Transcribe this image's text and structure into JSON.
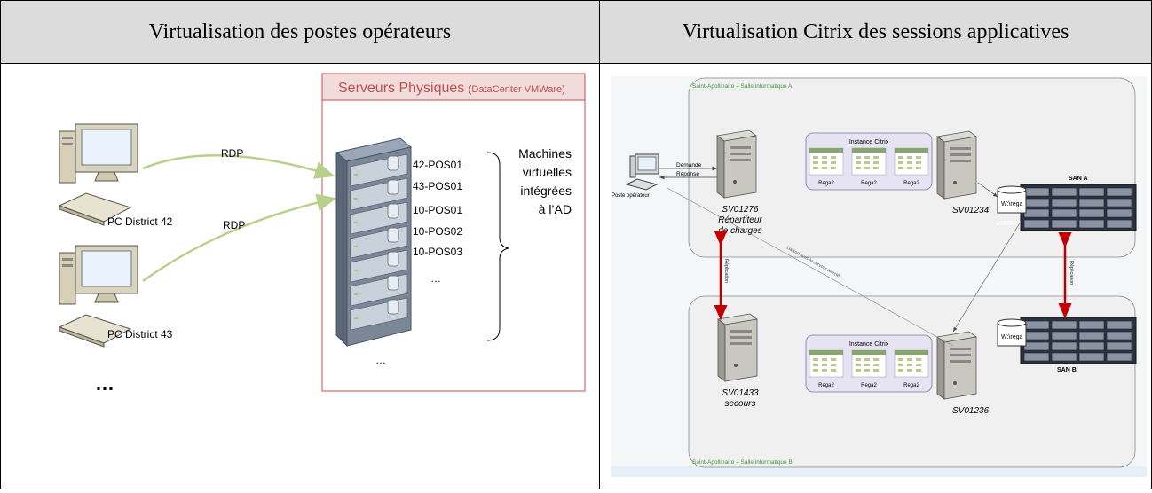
{
  "table": {
    "col1_title": "Virtualisation des postes opérateurs",
    "col2_title": "Virtualisation Citrix des sessions applicatives"
  },
  "left": {
    "dc_title": "Serveurs Physiques",
    "dc_subtitle": "(DataCenter VMWare)",
    "rdp": "RDP",
    "pc1": "PC District 42",
    "pc2": "PC District 43",
    "pc_more": "…",
    "vms": [
      "42-POS01",
      "43-POS01",
      "10-POS01",
      "10-POS02",
      "10-POS03",
      "…"
    ],
    "servers_more": "…",
    "brace_label": [
      "Machines",
      "virtuelles",
      "intégrées",
      "à l’AD"
    ]
  },
  "right": {
    "room_a": "Saint-Apollinaire – Salle informatique A",
    "room_b": "Saint-Apollinaire – Salle informatique B",
    "poste": "Poste opérateur",
    "demande": "Demande",
    "reponse": "Réponse",
    "sv01276": [
      "SV01276",
      "Répartiteur",
      "de charges"
    ],
    "sv01234": "SV01234",
    "sv01236": "SV01236",
    "sv01433": [
      "SV01433",
      "secours"
    ],
    "citrix": "Instance Citrix",
    "rega": "Rega2",
    "san_a": "SAN A",
    "san_b": "SAN B",
    "wrega": "W:\\rega",
    "w2k": "w2k0879",
    "replication": "Réplication",
    "diag": "Liaison avec le serveur affecté"
  }
}
